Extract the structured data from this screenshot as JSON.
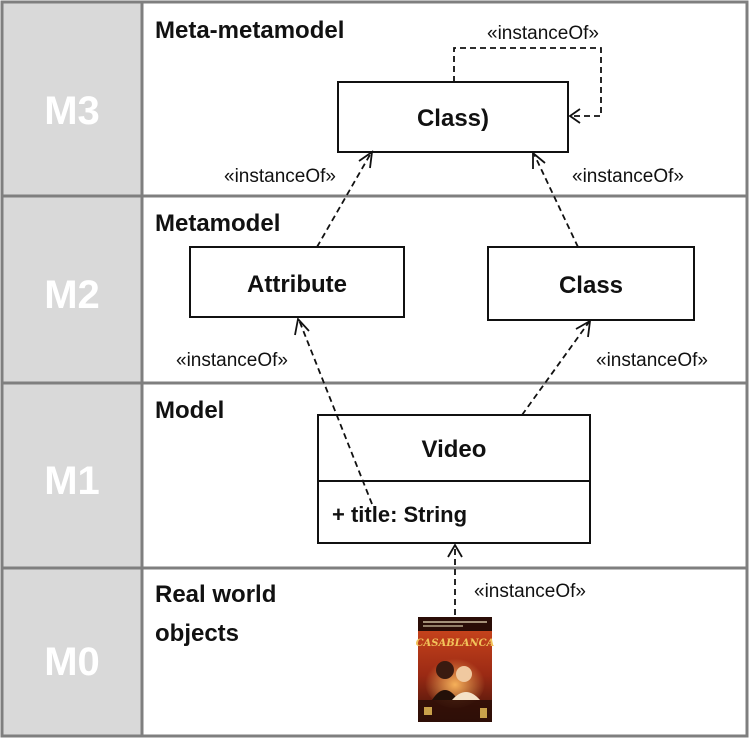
{
  "layers": [
    {
      "id": "M3",
      "label": "M3",
      "title": "Meta-metamodel"
    },
    {
      "id": "M2",
      "label": "M2",
      "title": "Metamodel"
    },
    {
      "id": "M1",
      "label": "M1",
      "title": "Model"
    },
    {
      "id": "M0",
      "label": "M0",
      "title_lines": [
        "Real world",
        "objects"
      ]
    }
  ],
  "elements": {
    "m3_class": "Class)",
    "m2_attribute": "Attribute",
    "m2_class": "Class",
    "m1_video": "Video",
    "m1_video_attribute": "+ title: String"
  },
  "relation_label": "«instanceOf»",
  "colors": {
    "layer_column": "#d9d9d9",
    "grid_lines": "#7f7f7f",
    "layer_text": "#ffffff",
    "poster_background": "#b5341c",
    "poster_title": "#f2c35a"
  },
  "image": {
    "icon": "movie-poster-icon",
    "lettering": "CASABLANCA"
  }
}
